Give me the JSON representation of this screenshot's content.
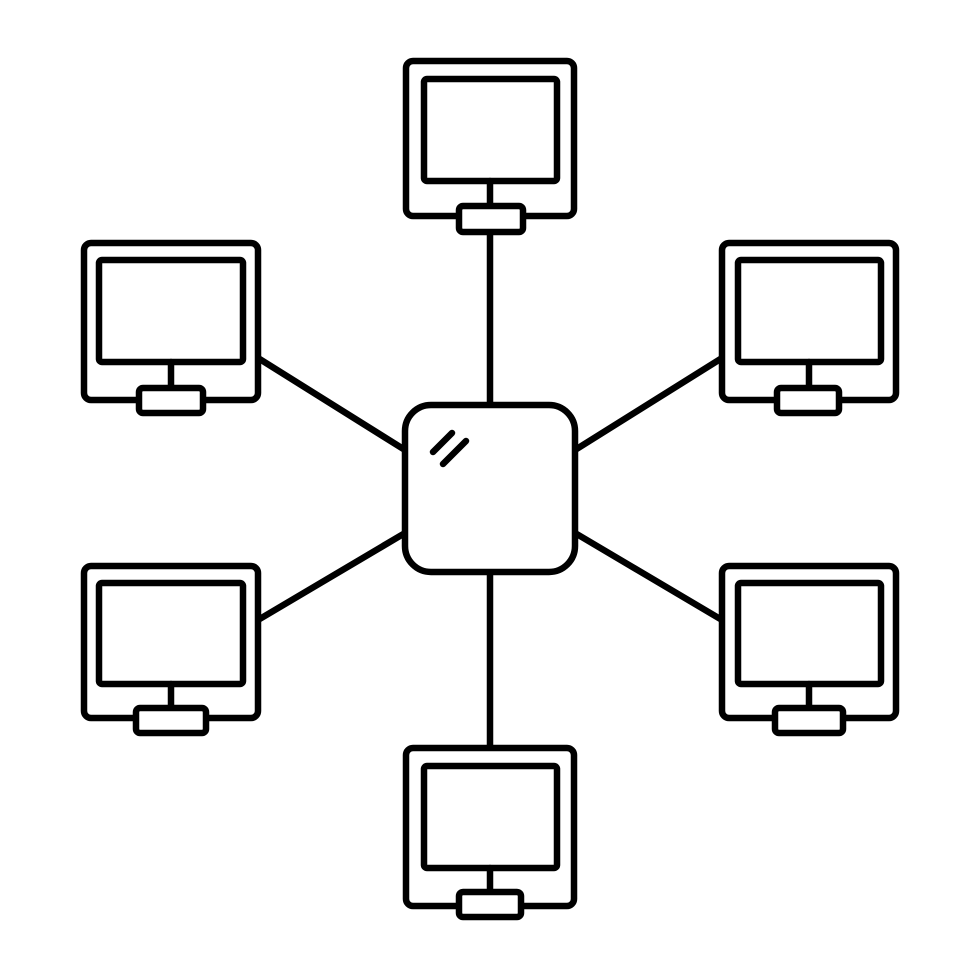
{
  "diagram": {
    "type": "star-network-topology",
    "hub": {
      "icon": "network-hub-icon"
    },
    "nodes": [
      {
        "id": "top",
        "icon": "computer-monitor-icon"
      },
      {
        "id": "upper-left",
        "icon": "computer-monitor-icon"
      },
      {
        "id": "upper-right",
        "icon": "computer-monitor-icon"
      },
      {
        "id": "lower-left",
        "icon": "computer-monitor-icon"
      },
      {
        "id": "lower-right",
        "icon": "computer-monitor-icon"
      },
      {
        "id": "bottom",
        "icon": "computer-monitor-icon"
      }
    ],
    "colors": {
      "stroke": "#000000",
      "background": "#ffffff"
    }
  }
}
